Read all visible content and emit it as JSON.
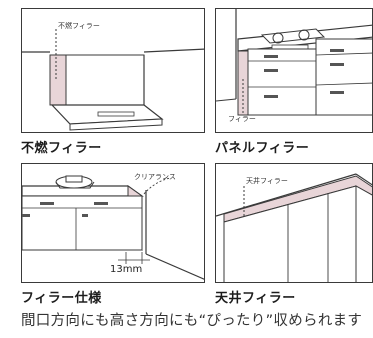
{
  "panels": [
    {
      "caption": "不燃フィラー",
      "note": "不燃フィラー"
    },
    {
      "caption": "パネルフィラー",
      "note": "フィラー"
    },
    {
      "caption": "フィラー仕様",
      "note": "クリアランス",
      "dimension": "13mm"
    },
    {
      "caption": "天井フィラー",
      "note": "天井フィラー"
    }
  ],
  "footer_text": "間口方向にも高さ方向にも“ぴったり”収められます",
  "colors": {
    "filler_fill": "#e8d5d8",
    "outline": "#3a3a3a"
  }
}
